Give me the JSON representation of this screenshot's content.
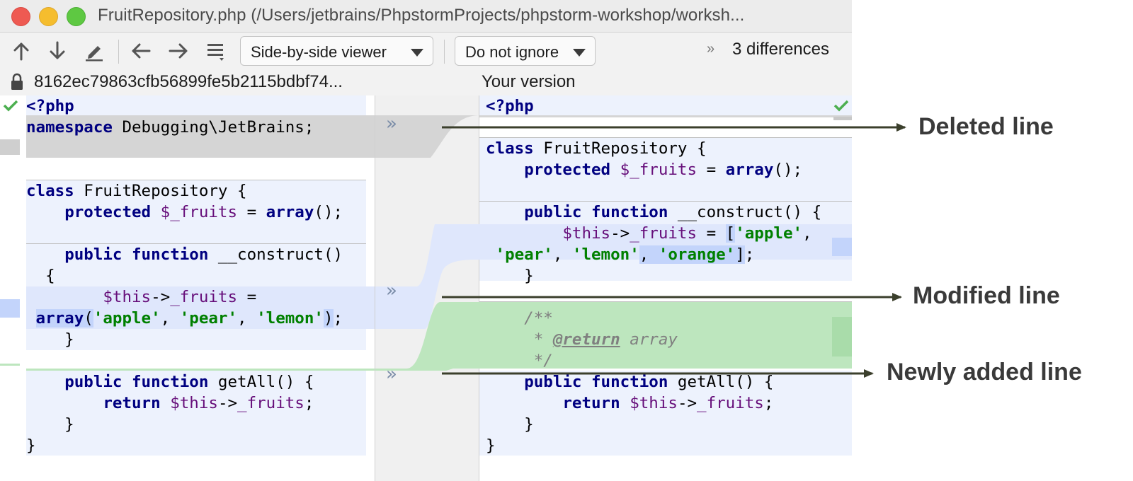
{
  "window": {
    "title": "FruitRepository.php (/Users/jetbrains/PhpstormProjects/phpstorm-workshop/worksh..."
  },
  "toolbar": {
    "viewer_combo": "Side-by-side viewer",
    "ignore_combo": "Do not ignore",
    "differences_count": "3 differences",
    "icons": [
      "arrow-up-icon",
      "arrow-down-icon",
      "edit-icon",
      "arrow-left-icon",
      "arrow-right-icon",
      "menu-icon"
    ]
  },
  "header": {
    "left_revision": "8162ec79863cfb56899fe5b2115bdbf74...",
    "right_title": "Your version"
  },
  "left_code": [
    "<?php",
    "namespace Debugging\\JetBrains;",
    "",
    "",
    "class FruitRepository {",
    "    protected $_fruits = array();",
    "",
    "    public function __construct()",
    "  {",
    "        $this->_fruits =",
    " array('apple', 'pear', 'lemon');",
    "    }",
    "",
    "    public function getAll() {",
    "        return $this->_fruits;",
    "    }",
    "}"
  ],
  "right_code": [
    "<?php",
    "",
    "class FruitRepository {",
    "    protected $_fruits = array();",
    "",
    "    public function __construct() {",
    "        $this->_fruits = ['apple',",
    " 'pear', 'lemon', 'orange'];",
    "    }",
    "",
    "    /**",
    "     * @return array",
    "     */",
    "    public function getAll() {",
    "        return $this->_fruits;",
    "    }",
    "}"
  ],
  "annotations": {
    "deleted": "Deleted line",
    "modified": "Modified line",
    "added": "Newly added line"
  },
  "colors": {
    "deleted_bg": "#d5d5d5",
    "modified_bg": "#dfe7fc",
    "modified_inline": "#c3d4fb",
    "added_bg": "#bde6be",
    "keyword": "#000080",
    "string": "#008000",
    "variable": "#660e7a",
    "checkmark": "#4caf50"
  }
}
